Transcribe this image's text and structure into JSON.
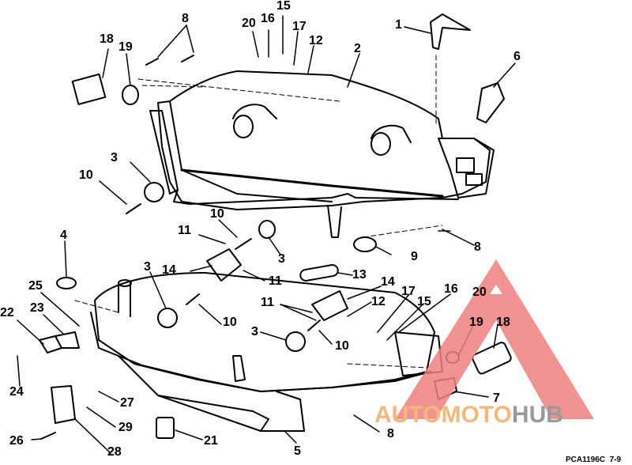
{
  "diagram": {
    "callouts": [
      "1",
      "2",
      "3",
      "3",
      "3",
      "3",
      "4",
      "5",
      "6",
      "7",
      "8",
      "8",
      "8",
      "9",
      "10",
      "10",
      "10",
      "10",
      "11",
      "11",
      "11",
      "12",
      "12",
      "13",
      "14",
      "14",
      "15",
      "15",
      "16",
      "16",
      "17",
      "17",
      "18",
      "18",
      "19",
      "19",
      "20",
      "20",
      "21",
      "22",
      "23",
      "24",
      "25",
      "26",
      "27",
      "28",
      "29"
    ],
    "part_code": "PCA1196C",
    "code_suffix": "7-9"
  },
  "watermark": {
    "brand_part1": "AUTOMOTO",
    "brand_part2": "HUB",
    "color_orange": "#f5b77a",
    "color_gray": "#9a9a9a",
    "triangle_color": "#f08080"
  }
}
